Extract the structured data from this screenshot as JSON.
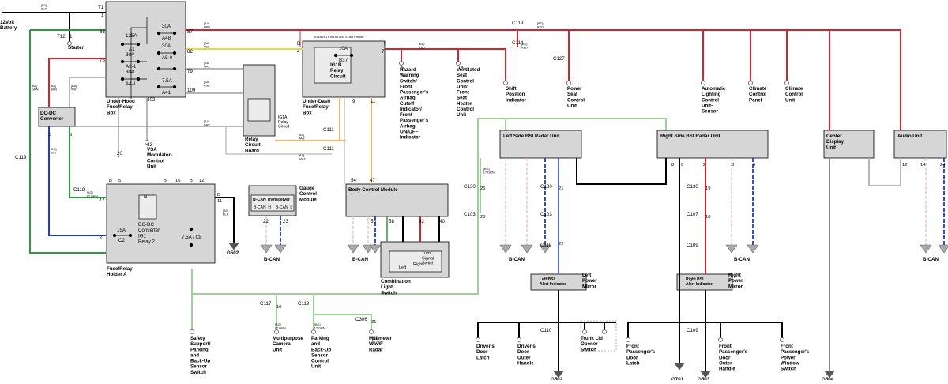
{
  "wire_colors": {
    "black": "#000000",
    "red": "#d8232a",
    "yellow": "#e3dc3c",
    "green": "#2e9b3a",
    "lt_green": "#9fd09a",
    "blue": "#1f3bc4",
    "pink": "#f3b7c4",
    "white": "#b7b7b7",
    "gray": "#8a8a8a",
    "tan": "#f0b36a",
    "brown": "#8b5a2b",
    "box": "#d6d6d6"
  },
  "labels": {
    "battery": "12Volt\nBattery",
    "starter": "Starter",
    "uhb": "Under-Hood\nFuse/Relay\nBox",
    "udb": "Under-Dash\nFuse/Relay\nBox",
    "relay_board": "Relay\nCircuit\nBoard",
    "ig1a": "IG1A\nRelay\nCircuit",
    "ig1b": "IG1B\nRelay\nCircuit",
    "ig1b_note": "IG1B HOT in ON and START mode",
    "dcdc": "DC-DC\nConverter",
    "vsa": "VSA\nModulator-\nControl\nUnit",
    "frh": "Fuse/Relay\nHolder A",
    "n1": "N1",
    "dcdc_relay": "DC-DC\nConverter\nIG1\nRelay 2",
    "gcm": "Gauge\nControl\nModule",
    "bcan_trans": "B-CAN Transceiver",
    "bcan_h": "B-CAN_H",
    "bcan_l": "B-CAN_L",
    "bcm": "Body Control Module",
    "cls": "Combination\nLight\nSwitch",
    "turn": "Turn\nSignal\nSwitch",
    "left": "Left",
    "right": "Right",
    "lbsi": "Left Side BSI Radar Unit",
    "rbsi": "Right Side BSI Radar Unit",
    "cdu": "Center\nDisplay\nUnit",
    "audio": "Audio Unit",
    "lpm": "Left\nPower\nMirror",
    "rpm": "Right\nPower\nMirror",
    "lbsi_ind": "Left BSI\nAlert Indicator",
    "rbsi_ind": "Right BSI\nAlert Indicator",
    "bcan": "B-CAN",
    "hazard": "Hazard\nWarning\nSwitch/\nFront\nPassenger's\nAirbag\nCutoff\nIndicator/\nFront\nPassenger's\nAirbag\nON/OFF\nIndicator",
    "vent": "Ventilated\nSeat\nControl\nUnit/\nFront\nSeat\nHeater\nControl\nUnit",
    "shift": "Shift\nPosition\nIndicator",
    "pseat": "Power\nSeat\nControl\nUnit",
    "alcu": "Automatic\nLighting\nControl\nUnit-\nSensor",
    "ccp": "Climate\nControl\nPanel",
    "ccu": "Climate\nControl\nUnit",
    "safety": "Safety\nSupport/\nParking\nand\nBack-Up\nSensor\nSwitch",
    "mpcam": "Multipurpose\nCamera\nUnit",
    "pbs": "Parking\nand\nBack-Up\nSensor\nControl\nUnit",
    "mmw": "Millimeter\nWave\nRadar",
    "ddl": "Driver's\nDoor\nLatch",
    "ddoh": "Driver's\nDoor\nOuter\nHandle",
    "trunk": "Trunk Lid\nOpener\nSwitch",
    "fpdl": "Front\nPassenger's\nDoor\nLatch",
    "fpdoh": "Front\nPassenger's\nDoor\nOuter\nHandle",
    "fppws": "Front\nPassenger's\nPower\nWindow\nSwitch",
    "g502": "G502",
    "g502b": "G502",
    "g701": "G701",
    "g503": "G503",
    "g504": "G504",
    "fuse_125a": "125A",
    "fuse_a1": "A1",
    "fuse_30a_a3": "30A",
    "fuse_a3": "A3-1",
    "fuse_30a_a48": "30A",
    "fuse_a48": "A48",
    "fuse_30a_a5": "30A",
    "fuse_a5": "A5-0",
    "fuse_30a_a4": "30A",
    "fuse_a4": "A4-1",
    "fuse_75a": "7.5A",
    "fuse_a41": "A41",
    "fuse_10a": "10A",
    "fuse_b37": "B37",
    "fuse_15a": "15A",
    "fuse_c2": "C2",
    "fuse_75c8": "7.5A / C8"
  },
  "pins": {
    "t1": "T1",
    "p1a": "1",
    "t12": "T12",
    "p1b": "1",
    "p86": "86",
    "p87": "87",
    "p79": "79",
    "p82": "82",
    "p109": "109",
    "p75": "75",
    "p102": "102",
    "p20": "20",
    "b": "B",
    "d": "D",
    "p4": "4",
    "h": "H",
    "p7": "7",
    "p9": "9",
    "p11": "11",
    "c119a": "C119",
    "c119b": "C119",
    "c119c": "C119",
    "c114": "C114",
    "c127": "C127",
    "c111a": "C111",
    "c111b": "C111",
    "c130a": "C130",
    "c103a": "C103",
    "c130b": "C130",
    "c103b": "C103",
    "c110a": "C110",
    "c110b": "C110",
    "c130c": "C130",
    "c107": "C107",
    "c109a": "C109",
    "c109b": "C109",
    "c117": "C117",
    "c306": "C306",
    "p13": "13",
    "p3": "3",
    "p5": "5",
    "p17": "17",
    "p2": "2",
    "p16": "16",
    "p12": "12",
    "p18": "18",
    "p10": "10",
    "p54": "54",
    "p47": "47",
    "p56": "56",
    "p22": "22",
    "p23": "23",
    "p58": "58",
    "p42": "42",
    "p40": "40",
    "p6": "6",
    "p14": "14",
    "p8": "8",
    "p24": "24",
    "p21": "21",
    "p19": "19",
    "p25": "25",
    "p28": "28",
    "p31": "31"
  },
  "wire_tags": {
    "blk": "[B0]\nBLK",
    "brn": "[BA]\nBRN",
    "yel": "[BA]\nYEL",
    "grn": "[BA]\nGRN",
    "wht": "[BA]\nWHT",
    "gry": "[BA]\nGRY",
    "pnk": "[BA]\nPNK",
    "tan": "[BA]\nTAN",
    "red": "[BD]\nRED",
    "blu": "[BG]\nBLU",
    "ltgrn": "[BG]\nLT GRN"
  }
}
